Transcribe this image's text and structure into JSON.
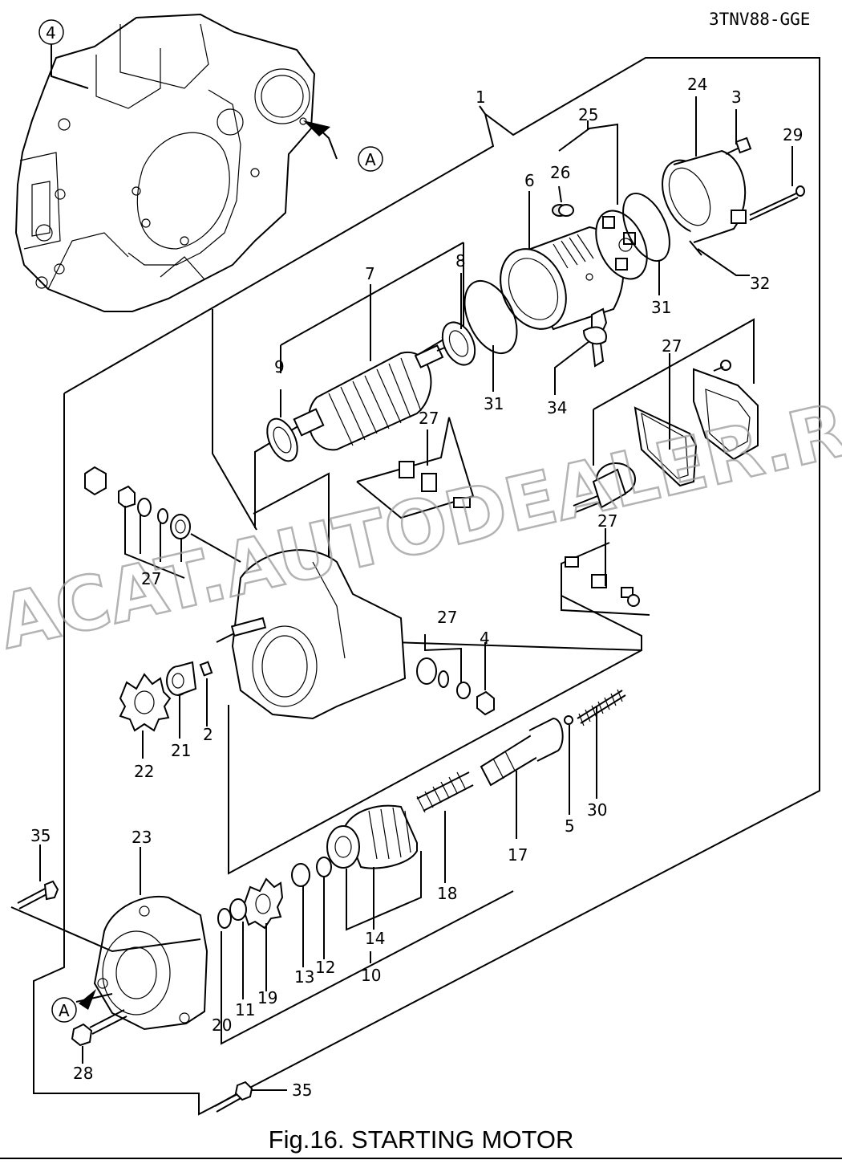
{
  "model_code": "3TNV88-GGE",
  "caption": "Fig.16.  STARTING MOTOR",
  "watermark": "ACAT.AUTODEALER.RU",
  "reference_marker": "A",
  "callouts": {
    "c1": "1",
    "c2": "2",
    "c3": "3",
    "c4": "4",
    "c4b": "4",
    "c5": "5",
    "c6": "6",
    "c7": "7",
    "c8": "8",
    "c9": "9",
    "c10": "10",
    "c11": "11",
    "c12": "12",
    "c13": "13",
    "c14": "14",
    "c17": "17",
    "c18": "18",
    "c19": "19",
    "c20": "20",
    "c21": "21",
    "c22": "22",
    "c23": "23",
    "c24": "24",
    "c25": "25",
    "c26": "26",
    "c27a": "27",
    "c27b": "27",
    "c27c": "27",
    "c27d": "27",
    "c27e": "27",
    "c28": "28",
    "c29": "29",
    "c30": "30",
    "c31a": "31",
    "c31b": "31",
    "c32": "32",
    "c34": "34",
    "c35a": "35",
    "c35b": "35"
  }
}
